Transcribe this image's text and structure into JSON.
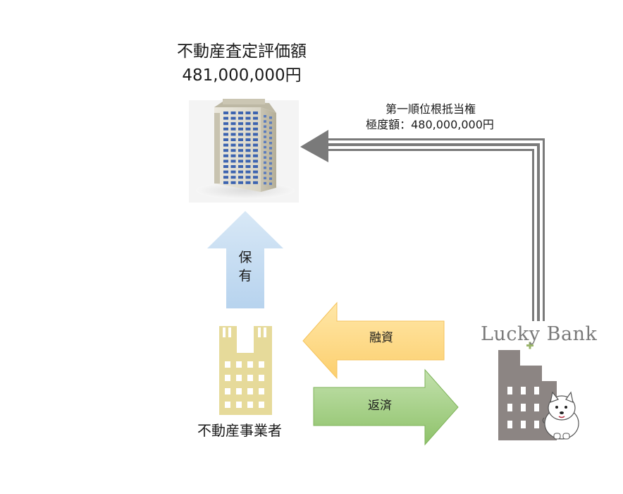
{
  "appraisal": {
    "title": "不動産査定評価額",
    "value": "481,000,000円"
  },
  "lien": {
    "line1": "第一順位根抵当権",
    "line2": "極度額：480,000,000円"
  },
  "flows": {
    "hold": "保\n有",
    "loan": "融資",
    "repay": "返済"
  },
  "developer": {
    "label": "不動産事業者"
  },
  "bank": {
    "logo_text": "Lucky Bank"
  },
  "colors": {
    "hold_arrow": "#bdd7ee",
    "loan_arrow": "#ffd985",
    "repay_arrow": "#9fcd7d",
    "developer_building": "#e6da9a",
    "bank_building": "#8c8583",
    "lien_arrow": "#7f7f7f"
  }
}
